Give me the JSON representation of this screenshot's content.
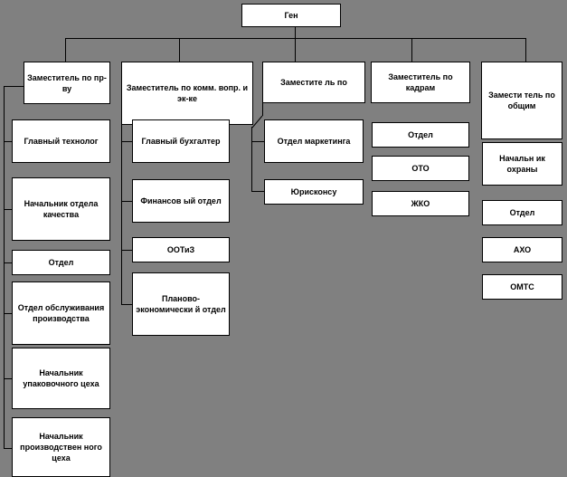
{
  "diagram": {
    "title": "Organizational structure chart",
    "background_color": "#808080",
    "node_fill_color": "#ffffff",
    "node_border_color": "#000000",
    "text_color": "#000000",
    "root": {
      "label": "Ген"
    },
    "level2": [
      {
        "label": "Заместитель по пр-ву"
      },
      {
        "label": "Заместитель по комм. вопр. и эк-ке"
      },
      {
        "label": "Заместите ль по"
      },
      {
        "label": "Заместитель по кадрам"
      },
      {
        "label": "Замести тель по общим"
      }
    ],
    "column1": [
      {
        "label": "Главный технолог"
      },
      {
        "label": "Начальник отдела качества"
      },
      {
        "label": "Отдел"
      },
      {
        "label": "Отдел обслуживания производства"
      },
      {
        "label": "Начальник упаковочного цеха"
      },
      {
        "label": "Начальник производствен ного цеха"
      }
    ],
    "column2": [
      {
        "label": "Главный бухгалтер"
      },
      {
        "label": "Финансов ый отдел"
      },
      {
        "label": "ООТиЗ"
      },
      {
        "label": "Планово-экономически й отдел"
      }
    ],
    "column3": [
      {
        "label": "Отдел маркетинга"
      },
      {
        "label": "Юрисконсу"
      }
    ],
    "column4": [
      {
        "label": "Отдел"
      },
      {
        "label": "ОТО"
      },
      {
        "label": "ЖКО"
      }
    ],
    "column5": [
      {
        "label": "Начальн ик охраны"
      },
      {
        "label": "Отдел"
      },
      {
        "label": "АХО"
      },
      {
        "label": "ОМТС"
      }
    ]
  }
}
